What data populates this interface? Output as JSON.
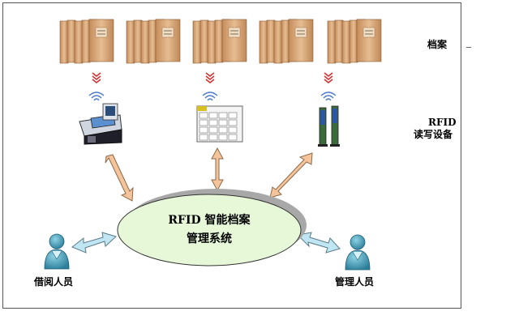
{
  "labels": {
    "archives": "档案",
    "rfid_line1": "RFID",
    "rfid_line2": "读写设备",
    "center_line1": "RFID 智能档案",
    "center_line2": "管理系统",
    "borrower": "借阅人员",
    "manager": "管理人员"
  },
  "icons": {
    "archive_stacks": [
      "archive-stack-icon",
      "archive-stack-icon",
      "archive-stack-icon",
      "archive-stack-icon",
      "archive-stack-icon"
    ],
    "signal": "rfid-signal-icon",
    "devices": [
      "rfid-desktop-reader-icon",
      "rfid-shelf-panel-icon",
      "rfid-gate-icon"
    ],
    "people": [
      "borrower-person-icon",
      "manager-person-icon"
    ]
  },
  "colors": {
    "box_fill": "#d6a274",
    "box_light": "#e8c097",
    "box_dark": "#9a6a40",
    "ellipse_fill": "#e6f8d8",
    "ellipse_shadow": "#a8a8a8",
    "arrow_orange": "#f6c49a",
    "arrow_blue": "#bfe6f2",
    "person_teal": "#3f9ab4",
    "signal_red": "#d03030",
    "signal_blue": "#4a7ac8"
  }
}
